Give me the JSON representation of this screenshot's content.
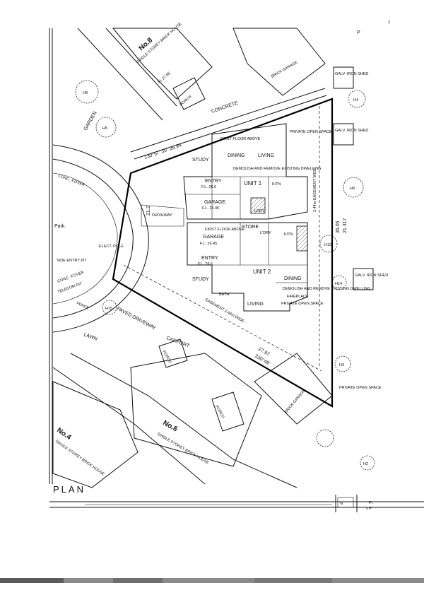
{
  "page_number": "2",
  "sheet": {
    "plan_title": "PLAN",
    "corner_label_top": "P",
    "corner_label_bottom_a": "Pr",
    "corner_label_bottom_b": "s P"
  },
  "neighbours": {
    "no8_title": "No.8",
    "no8_subtitle": "SINGLE STOREY BRICK HOUSE",
    "no4_title": "No.4",
    "no4_subtitle": "SINGLE STOREY BRICK HOUSE",
    "no6_title": "No.6",
    "no6_subtitle": "SINGLE STOREY BRICK HOUSE",
    "brick_garage_top": "BRICK GARAGE",
    "brick_garage_bottom": "BRICK GARAGE",
    "porch_top": "PORCH",
    "porch_mid": "PORCH",
    "porch_low": "PORCH",
    "carport": "CARPORT",
    "lawn": "LAWN",
    "paved_driveway": "PAVED DRIVEWAY",
    "concrete": "CONCRETE",
    "garden": "GARDEN",
    "park": "Park."
  },
  "site": {
    "fl_top": "FL 27.55",
    "bearing_top": "130°57' 30\"  26.94",
    "bearing_bottom_dist": "27.97",
    "bearing_bottom_angle": "330°49'",
    "east_dim": "35.05",
    "east_dim_b": "21.317",
    "west_dim": "21.2",
    "easement_top": "2.44m EASEMENT WIDE",
    "easement_bottom": "EASEMENT 2.44m WIDE",
    "galv_sheds": [
      "GALV. IRON SHED",
      "GALV. IRON SHED",
      "GALV. IRON SHED"
    ],
    "private_open_space": "PRIVATE OPEN SPACE",
    "private_open_space_r": "PRIVATE OPEN SPACE",
    "conc_crossover_top": "CONC. X'OVER",
    "conc_crossover_bottom": "CONC. X'OVER",
    "telecom_pit": "TELECOM PIT",
    "elect_pole": "ELECT. POLE",
    "side_entry_pit": "SIDE ENTRY PIT",
    "fence_note": "FENCE"
  },
  "unit1": {
    "title": "UNIT 1",
    "study": "STUDY",
    "dining": "DINING",
    "living": "LIVING",
    "entry": "ENTRY",
    "entry_fl": "F.L. 26.6",
    "garage": "GARAGE",
    "garage_fl": "F.L. 26.45",
    "kitchen": "KITN",
    "ldry": "LDRY",
    "driveway": "DRIVEWAY",
    "private_open_space": "PRIVATE OPEN SPACE"
  },
  "unit2": {
    "title": "UNIT 2",
    "store": "STORE",
    "ldry": "L'DRY",
    "kitchen": "KITN",
    "garage": "GARAGE",
    "garage_fl": "F.L. 26.45",
    "entry": "ENTRY",
    "entry_fl": "F.L. 26.6",
    "study": "STUDY",
    "dining": "DINING",
    "living": "LIVING",
    "bath": "BATH",
    "fireplace": "FIREPLACE"
  },
  "notes": {
    "first_floor_above": "FIRST FLOOR ABOVE",
    "demolish_remove": "DEMOLISH AND REMOVE EXISTING DWELLING"
  },
  "trees": [
    "H5",
    "H12",
    "H14",
    "H9",
    "H3",
    "H8",
    "H15",
    "H4",
    "H2"
  ]
}
